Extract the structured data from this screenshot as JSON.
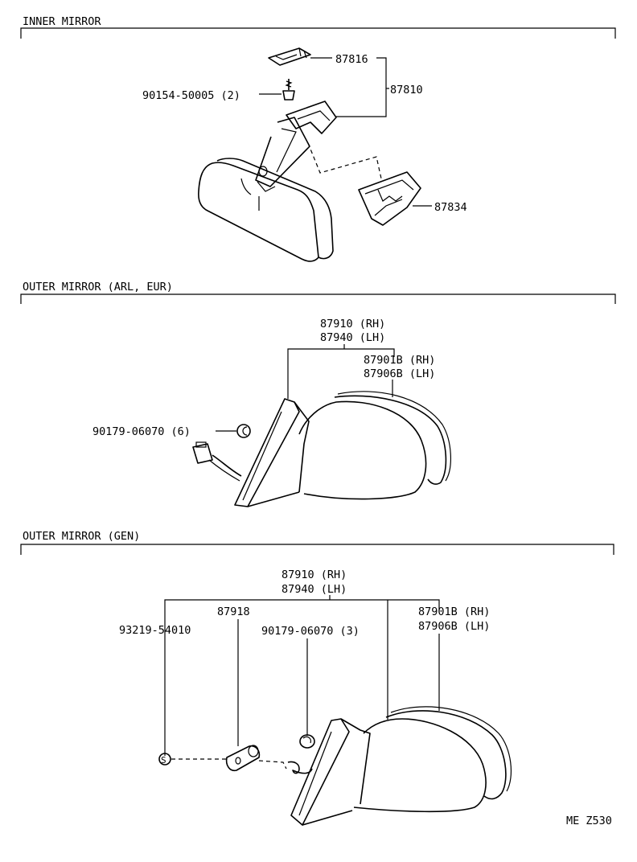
{
  "sections": {
    "inner": {
      "title": "INNER MIRROR"
    },
    "outer_arl": {
      "title": "OUTER MIRROR (ARL, EUR)"
    },
    "outer_gen": {
      "title": "OUTER MIRROR (GEN)"
    }
  },
  "labels": {
    "p87816": "87816",
    "p87810": "87810",
    "p90154": "90154-50005 (2)",
    "p87834": "87834",
    "arl_87910": "87910 (RH)",
    "arl_87940": "87940 (LH)",
    "arl_87901b": "87901B (RH)",
    "arl_87906b": "87906B (LH)",
    "arl_90179": "90179-06070 (6)",
    "gen_87910": "87910 (RH)",
    "gen_87940": "87940 (LH)",
    "gen_87918": "87918",
    "gen_93219": "93219-54010",
    "gen_90179": "90179-06070 (3)",
    "gen_87901b": "87901B (RH)",
    "gen_87906b": "87906B (LH)",
    "screw_mark": "S"
  },
  "footer": {
    "code": "ME Z530"
  }
}
